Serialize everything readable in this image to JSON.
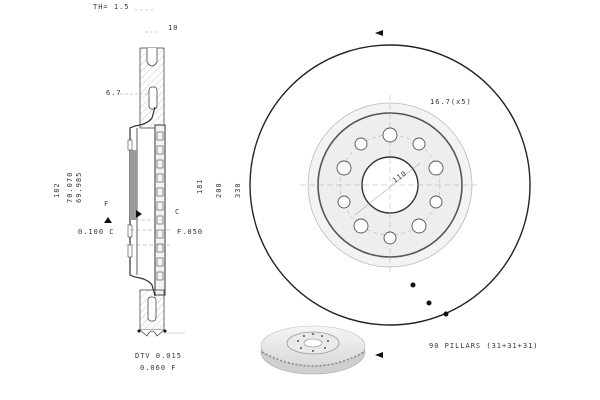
{
  "drawing": {
    "subject": "ventilated brake disc technical drawing",
    "section_view": {
      "labels": {
        "th": "TH= 1.5",
        "width_top": "10",
        "groove": "6.7",
        "d182": "182",
        "hub_bore": "70.070",
        "hub_bore_min": "69.985",
        "datum_f": "F",
        "datum_c": "C",
        "runout": "0.100 C",
        "flatness": "F.050",
        "dtv": "DTV 0.015",
        "parallel": "0.060 F",
        "d181": "181",
        "d200": "200",
        "d330": "330"
      }
    },
    "front_view": {
      "labels": {
        "bolt_holes": "16.7(x5)",
        "pcd": "110",
        "pillars": "90 PILLARS (31+31+31)"
      },
      "bolt_hole_count": 10,
      "pillar_markers": 3
    },
    "colors": {
      "line": "#222222",
      "hatch": "#bbbbbb",
      "fill": "#e6e6e6",
      "background": "#ffffff"
    }
  }
}
